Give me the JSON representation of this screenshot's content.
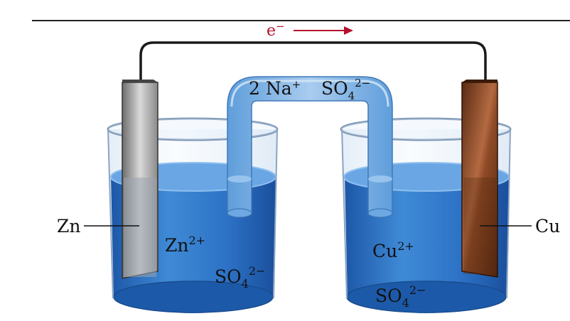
{
  "diagram": {
    "electron_flow": {
      "label_base": "e",
      "label_sup": "−",
      "color": "#b3122e"
    },
    "salt_bridge": {
      "cation_coef": "2 Na",
      "cation_sup": "+",
      "anion_base": "SO",
      "anion_sub": "4",
      "anion_sup": "2−"
    },
    "left_cell": {
      "electrode_label": "Zn",
      "ion_base": "Zn",
      "ion_sup": "2+",
      "anion_base": "SO",
      "anion_sub": "4",
      "anion_sup": "2−",
      "electrode_color": "#a9a9a9"
    },
    "right_cell": {
      "electrode_label": "Cu",
      "ion_base": "Cu",
      "ion_sup": "2+",
      "anion_base": "SO",
      "anion_sub": "4",
      "anion_sup": "2−",
      "electrode_color": "#7a3a1a"
    },
    "solution_color": "#2f74c8"
  }
}
